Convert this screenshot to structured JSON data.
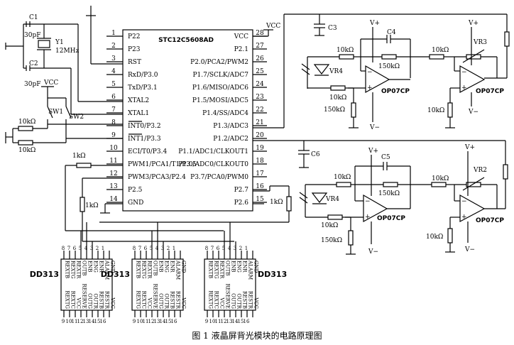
{
  "caption": "图 1   液晶屏背光模块的电路原理图",
  "mcu": {
    "name": "STC12C5608AD",
    "left_pins": [
      {
        "num": "1",
        "label": "P22"
      },
      {
        "num": "2",
        "label": "P23"
      },
      {
        "num": "3",
        "label": "RST"
      },
      {
        "num": "4",
        "label": "RxD/P3.0"
      },
      {
        "num": "5",
        "label": "TxD/P3.1"
      },
      {
        "num": "6",
        "label": "XTAL2"
      },
      {
        "num": "7",
        "label": "XTAL1"
      },
      {
        "num": "8",
        "label": "INT0/P3.2"
      },
      {
        "num": "9",
        "label": "INT1/P3.3"
      },
      {
        "num": "10",
        "label": "ECI/T0/P3.4"
      },
      {
        "num": "11",
        "label": "PWM1/PCA1/T1/P3.5"
      },
      {
        "num": "12",
        "label": "PWM3/PCA3/P2.4"
      },
      {
        "num": "13",
        "label": "P2.5"
      },
      {
        "num": "14",
        "label": "GND"
      }
    ],
    "right_pins": [
      {
        "num": "28",
        "label": "VCC"
      },
      {
        "num": "27",
        "label": "P2.1"
      },
      {
        "num": "26",
        "label": "P2.0/PCA2/PWM2"
      },
      {
        "num": "25",
        "label": "P1.7/SCLK/ADC7"
      },
      {
        "num": "24",
        "label": "P1.6/MISO/ADC6"
      },
      {
        "num": "23",
        "label": "P1.5/MOSI/ADC5"
      },
      {
        "num": "22",
        "label": "P1.4/SS/ADC4"
      },
      {
        "num": "21",
        "label": "P1.3/ADC3"
      },
      {
        "num": "20",
        "label": "P1.2/ADC2"
      },
      {
        "num": "19",
        "label": "P1.1/ADC1/CLKOUT1"
      },
      {
        "num": "18",
        "label": "P1.0/ADC0/CLKOUT0"
      },
      {
        "num": "17",
        "label": "P3.7/PCA0/PWM0"
      },
      {
        "num": "16",
        "label": "P2.7"
      },
      {
        "num": "15",
        "label": "P2.6"
      }
    ]
  },
  "labels": {
    "c1": "C1",
    "c1_val": "30pF",
    "c2": "C2",
    "c2_val": "30pF",
    "y1": "Y1",
    "y1_val": "12MHz",
    "vcc": "VCC",
    "vcc_mcu": "VCC",
    "sw1": "SW1",
    "sw2": "SW2",
    "r_10k_a": "10kΩ",
    "r_10k_b": "10kΩ",
    "r_1k_a": "1kΩ",
    "r_1k_b": "1kΩ",
    "r_1k_c": "1kΩ",
    "c3": "C3",
    "c4": "C4",
    "c5": "C5",
    "c6": "C6",
    "vplus": "V+",
    "vminus": "V−",
    "vr4": "VR4",
    "vr3": "VR3",
    "vr2": "VR2",
    "vr1": "VR4",
    "r_10k": "10kΩ",
    "r_150k": "150kΩ",
    "opamp": "OP07CP"
  },
  "dd313": {
    "name": "DD313",
    "top_pins": [
      "REXTB",
      "REXTG",
      "REXTR",
      "OUTB",
      "ENB",
      "ENG",
      "ENR",
      "ALARM",
      "GND"
    ],
    "bottom_pins": [
      "REXTG",
      "REXTC",
      "VCC",
      "RESERVE",
      "OUTG",
      "OUTR",
      "RESTB",
      "RESTR",
      "VCC"
    ],
    "top_nums": [
      "8",
      "7",
      "6",
      "5",
      "4",
      "3",
      "2",
      "1"
    ],
    "bottom_nums": [
      "9",
      "10",
      "11",
      "12",
      "13",
      "14",
      "15",
      "16"
    ]
  }
}
